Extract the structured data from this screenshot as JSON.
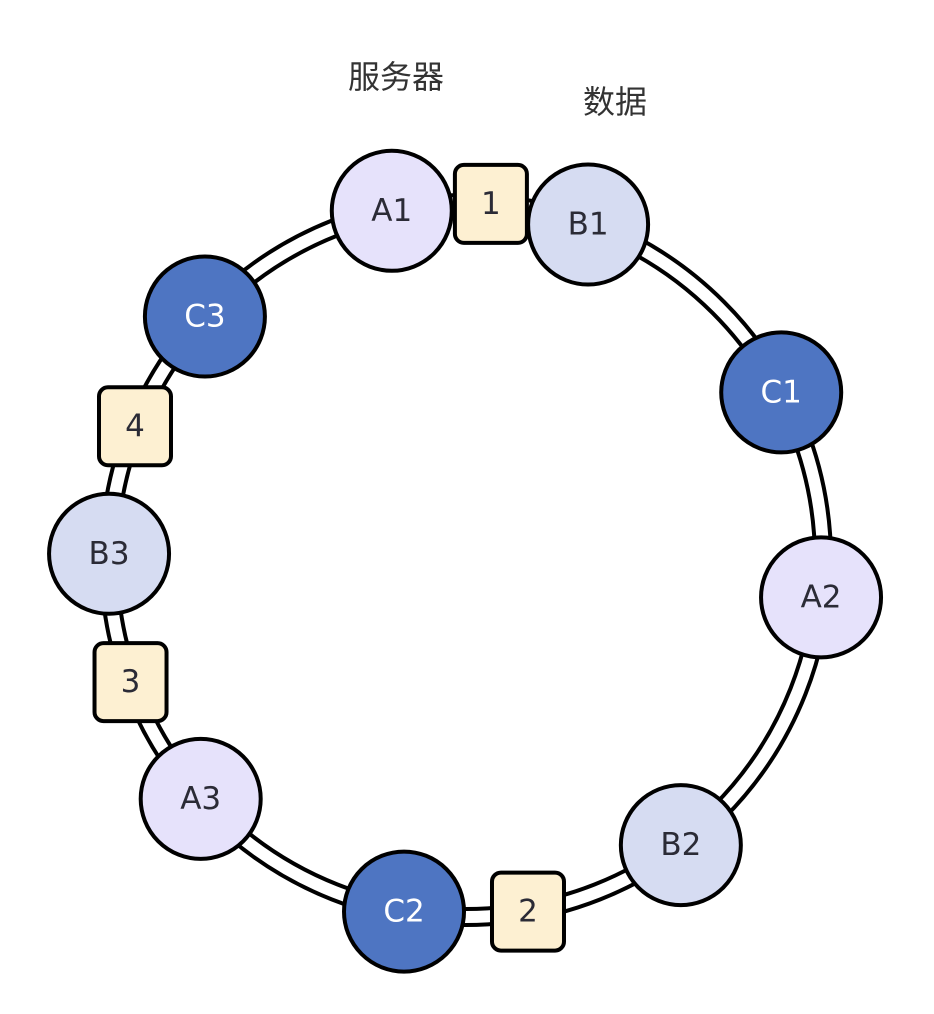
{
  "labels": {
    "servers": "服务器",
    "data": "数据"
  },
  "colors": {
    "ring_stroke": "#000000",
    "A_fill": "#e6e2fb",
    "B_fill": "#d6dcf2",
    "C_fill": "#4e75c2",
    "data_fill": "#fdf0d2",
    "dark_text": "#2b2b36",
    "light_text": "#ffffff"
  },
  "ring": {
    "order_clockwise_from_top": [
      "A1",
      "1",
      "B1",
      "C1",
      "A2",
      "B2",
      "2",
      "C2",
      "A3",
      "3",
      "B3",
      "4",
      "C3"
    ]
  },
  "servers": [
    {
      "id": "A1",
      "group": "A",
      "angle": 348
    },
    {
      "id": "B1",
      "group": "B",
      "angle": 20
    },
    {
      "id": "C1",
      "group": "C",
      "angle": 62
    },
    {
      "id": "A2",
      "group": "A",
      "angle": 96
    },
    {
      "id": "B2",
      "group": "B",
      "angle": 143
    },
    {
      "id": "C2",
      "group": "C",
      "angle": 190
    },
    {
      "id": "A3",
      "group": "A",
      "angle": 228
    },
    {
      "id": "B3",
      "group": "B",
      "angle": 271
    },
    {
      "id": "C3",
      "group": "C",
      "angle": 313
    }
  ],
  "data_items": [
    {
      "id": "1",
      "angle": 4
    },
    {
      "id": "2",
      "angle": 170
    },
    {
      "id": "3",
      "angle": 250
    },
    {
      "id": "4",
      "angle": 292
    }
  ]
}
